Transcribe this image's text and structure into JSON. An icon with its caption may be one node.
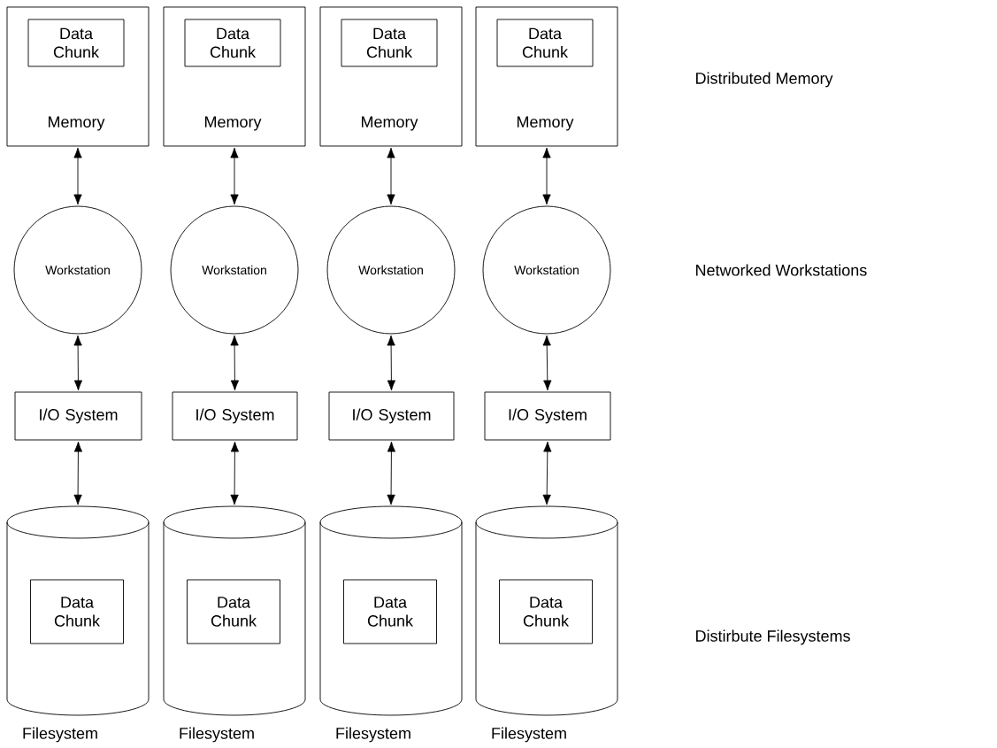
{
  "diagram": {
    "nodes": [
      {
        "text": [
          "Memory"
        ]
      },
      {
        "text": [
          "Data Chunk"
        ],
        "in": 0
      },
      {
        "text": [
          "Memory"
        ]
      },
      {
        "text": [
          "Data Chunk"
        ],
        "in": 2
      },
      {
        "text": [
          "Memory"
        ]
      },
      {
        "text": [
          "Data Chunk"
        ],
        "in": 4
      },
      {
        "text": [
          "Memory"
        ]
      },
      {
        "text": [
          "Data Chunk"
        ],
        "in": 6
      },
      {
        "text": [
          "Workstation"
        ]
      },
      {
        "text": [
          "Workstation"
        ]
      },
      {
        "text": [
          "Workstation"
        ]
      },
      {
        "text": [
          "Workstation"
        ]
      },
      {
        "text": [
          "I/O System"
        ]
      },
      {
        "text": [
          "I/O System"
        ]
      },
      {
        "text": [
          "I/O System"
        ]
      },
      {
        "text": [
          "I/O System"
        ]
      },
      {
        "text": [],
        "shape": "cylinder",
        "beside": [
          "Filesystem"
        ]
      },
      {
        "text": [
          "Data Chunk"
        ],
        "in": 16
      },
      {
        "text": [],
        "shape": "cylinder",
        "beside": [
          "Filesystem"
        ]
      },
      {
        "text": [
          "Data Chunk"
        ],
        "in": 18
      },
      {
        "text": [],
        "shape": "cylinder",
        "beside": [
          "Filesystem"
        ]
      },
      {
        "text": [
          "Data Chunk"
        ],
        "in": 20
      },
      {
        "text": [],
        "shape": "cylinder",
        "beside": [
          "Filesystem"
        ]
      },
      {
        "text": [
          "Data Chunk"
        ],
        "in": 22
      }
    ],
    "edges": [
      {
        "from": 0,
        "to": 8,
        "arrow": "both"
      },
      {
        "from": 8,
        "to": 12,
        "arrow": "both"
      },
      {
        "from": 12,
        "to": 16,
        "arrow": "both"
      },
      {
        "from": 2,
        "to": 9,
        "arrow": "both"
      },
      {
        "from": 9,
        "to": 13,
        "arrow": "both"
      },
      {
        "from": 13,
        "to": 18,
        "arrow": "both"
      },
      {
        "from": 4,
        "to": 10,
        "arrow": "both"
      },
      {
        "from": 10,
        "to": 14,
        "arrow": "both"
      },
      {
        "from": 14,
        "to": 20,
        "arrow": "both"
      },
      {
        "from": 6,
        "to": 11,
        "arrow": "both"
      },
      {
        "from": 11,
        "to": 15,
        "arrow": "both"
      },
      {
        "from": 15,
        "to": 22,
        "arrow": "both"
      }
    ],
    "labels": [
      "Distributed Memory",
      "Networked Workstations",
      "Distirbute Filesystems"
    ]
  }
}
